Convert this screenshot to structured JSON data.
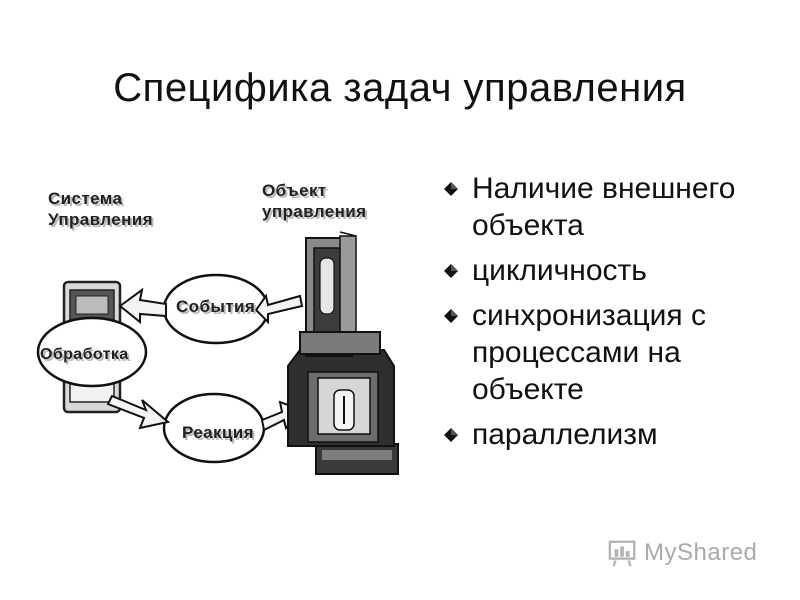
{
  "slide": {
    "title": "Специфика задач управления"
  },
  "diagram": {
    "control_system_label_line1": "Система",
    "control_system_label_line2": "Управления",
    "object_label_line1": "Объект",
    "object_label_line2": "управления",
    "processing_label": "Обработка",
    "events_label": "События",
    "reaction_label": "Реакция"
  },
  "bullets": [
    "Наличие внешнего объекта",
    "цикличность",
    "синхронизация с процессами на объекте",
    "параллелизм"
  ],
  "watermark": {
    "text": "MyShared",
    "logo": "myshared-logo-icon"
  },
  "colors": {
    "text": "#111111",
    "label_shadow": "#b8b8b8",
    "machine_dark": "#2f2f2f",
    "machine_mid": "#8a8a8a",
    "background": "#ffffff"
  }
}
